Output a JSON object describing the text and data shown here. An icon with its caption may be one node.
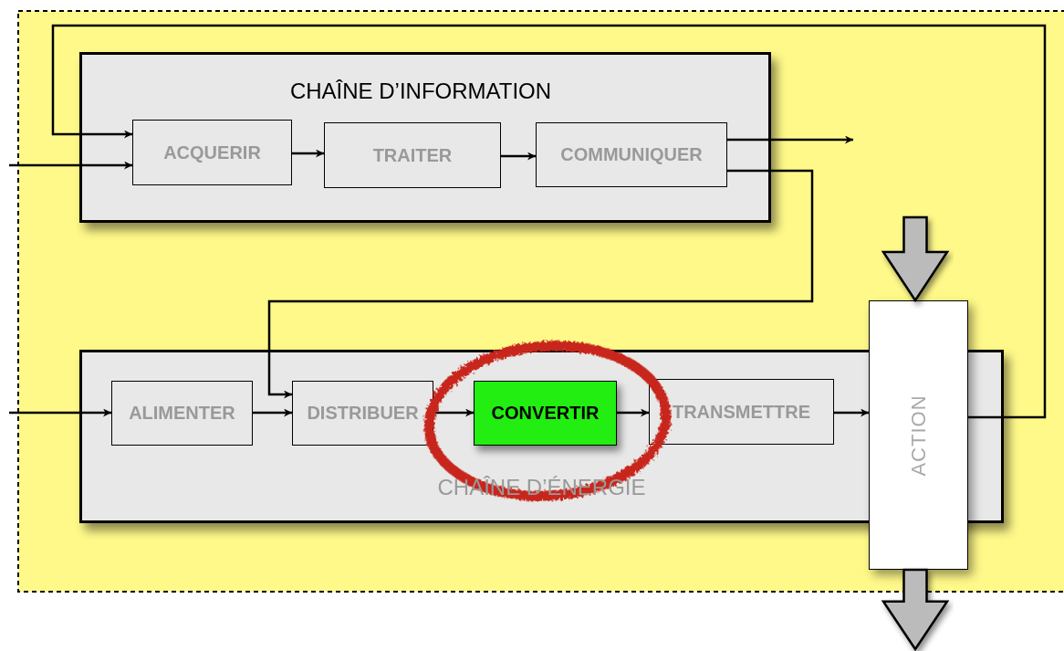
{
  "diagram": {
    "nodes": [
      {
        "text": [
          "CHAÎNE D’INFORMATION"
        ]
      },
      {
        "text": [
          "ACQUERIR"
        ],
        "in": 0
      },
      {
        "text": [
          "TRAITER"
        ],
        "in": 0
      },
      {
        "text": [
          "COMMUNIQUER"
        ],
        "in": 0
      },
      {
        "text": [
          "CHAÎNE D’ÉNERGIE"
        ]
      },
      {
        "text": [
          "ALIMENTER"
        ],
        "in": 4
      },
      {
        "text": [
          "DISTRIBUER"
        ],
        "in": 4
      },
      {
        "text": [
          "CONVERTIR"
        ],
        "in": 4
      },
      {
        "text": [
          "TRANSMETTRE"
        ],
        "in": 4
      },
      {
        "text": [
          "ACTION"
        ]
      }
    ],
    "edges": [
      {
        "from": null,
        "to": 1,
        "arrow": "to"
      },
      {
        "from": 9,
        "to": 1,
        "arrow": "to"
      },
      {
        "from": 1,
        "to": 2,
        "arrow": "to"
      },
      {
        "from": 2,
        "to": 3,
        "arrow": "to"
      },
      {
        "from": 3,
        "to": null,
        "arrow": "to"
      },
      {
        "from": 3,
        "to": 6,
        "arrow": "to"
      },
      {
        "from": null,
        "to": 5,
        "arrow": "to"
      },
      {
        "from": 5,
        "to": 6,
        "arrow": "to"
      },
      {
        "from": 6,
        "to": 7,
        "arrow": "to"
      },
      {
        "from": 7,
        "to": 8,
        "arrow": "to"
      },
      {
        "from": 8,
        "to": 9,
        "arrow": "to"
      },
      {
        "from": null,
        "to": 9,
        "arrow": "to",
        "style": "thick",
        "color": "#bbbbbb"
      },
      {
        "from": 9,
        "to": null,
        "arrow": "to",
        "style": "thick",
        "color": "#bbbbbb"
      }
    ]
  }
}
